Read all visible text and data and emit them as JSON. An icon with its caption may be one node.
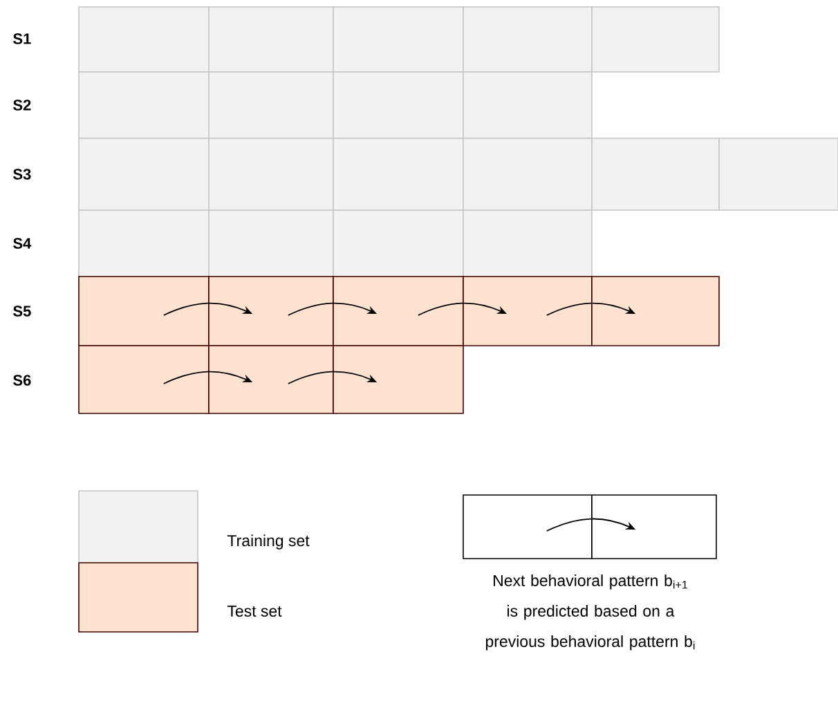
{
  "diagram": {
    "nodes": [
      {
        "text": [],
        "shape": "box"
      },
      {
        "text": [],
        "shape": "box"
      },
      {
        "text": [],
        "shape": "box"
      },
      {
        "text": [],
        "shape": "box"
      },
      {
        "text": [],
        "shape": "box"
      },
      {
        "text": [],
        "shape": "box"
      },
      {
        "text": [],
        "shape": "box"
      },
      {
        "text": [],
        "shape": "box"
      },
      {
        "text": [],
        "shape": "box"
      },
      {
        "text": [],
        "shape": "box"
      },
      {
        "text": [],
        "shape": "box"
      },
      {
        "text": [],
        "shape": "box"
      },
      {
        "text": [],
        "shape": "box"
      },
      {
        "text": [],
        "shape": "box"
      },
      {
        "text": [],
        "shape": "box"
      },
      {
        "text": [],
        "shape": "box"
      },
      {
        "text": [],
        "shape": "box"
      },
      {
        "text": [],
        "shape": "box"
      },
      {
        "text": [],
        "shape": "box"
      },
      {
        "text": [],
        "shape": "box"
      },
      {
        "text": [],
        "shape": "box"
      },
      {
        "text": [],
        "shape": "box"
      },
      {
        "text": [],
        "shape": "box"
      },
      {
        "text": [],
        "shape": "box"
      },
      {
        "text": [],
        "shape": "box"
      },
      {
        "text": [],
        "shape": "box"
      },
      {
        "text": [],
        "shape": "box"
      },
      {
        "text": [],
        "shape": "box"
      },
      {
        "text": [],
        "shape": "box"
      }
    ],
    "edges": [
      {
        "from": 19,
        "to": 20,
        "arrow": "to"
      },
      {
        "from": 20,
        "to": 21,
        "arrow": "to"
      },
      {
        "from": 21,
        "to": 22,
        "arrow": "to"
      },
      {
        "from": 22,
        "to": 23,
        "arrow": "to"
      },
      {
        "from": 24,
        "to": 25,
        "arrow": "to"
      },
      {
        "from": 25,
        "to": 26,
        "arrow": "to"
      },
      {
        "from": 27,
        "to": 28,
        "arrow": "to"
      }
    ],
    "labels": [
      "S1",
      "S2",
      "S3",
      "S4",
      "S5",
      "S6",
      "Next behavioral pattern b$_{i+1}$ is predicted based on a previous behavioral pattern b$_{i}$"
    ],
    "legend": [
      {
        "text": "Training set",
        "color": "#f2f2f2"
      },
      {
        "text": "Test set",
        "color": "#fde3cf"
      }
    ]
  }
}
